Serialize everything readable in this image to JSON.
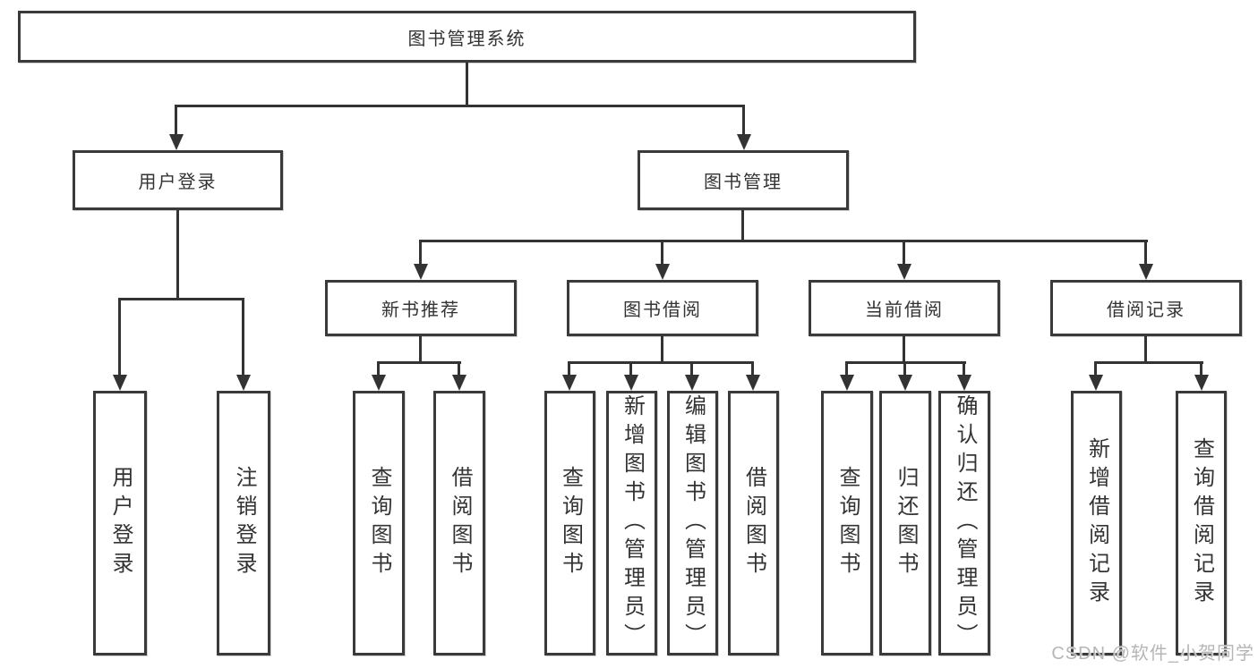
{
  "diagram": {
    "root": {
      "label": "图书管理系统"
    },
    "branches": [
      {
        "label": "用户登录",
        "children": [
          {
            "label": "用户登录"
          },
          {
            "label": "注销登录"
          }
        ]
      },
      {
        "label": "图书管理",
        "children": [
          {
            "label": "新书推荐",
            "children": [
              {
                "label": "查询图书"
              },
              {
                "label": "借阅图书"
              }
            ]
          },
          {
            "label": "图书借阅",
            "children": [
              {
                "label": "查询图书"
              },
              {
                "label": "新增图书（管理员）"
              },
              {
                "label": "编辑图书（管理员）"
              },
              {
                "label": "借阅图书"
              }
            ]
          },
          {
            "label": "当前借阅",
            "children": [
              {
                "label": "查询图书"
              },
              {
                "label": "归还图书"
              },
              {
                "label": "确认归还（管理员）"
              }
            ]
          },
          {
            "label": "借阅记录",
            "children": [
              {
                "label": "新增借阅记录"
              },
              {
                "label": "查询借阅记录"
              }
            ]
          }
        ]
      }
    ]
  },
  "colors": {
    "line": "#333333",
    "border": "#3a3a3a",
    "text": "#333333",
    "watermark": "#b6b6b6"
  },
  "watermark": "CSDN @软件_小贺同学"
}
